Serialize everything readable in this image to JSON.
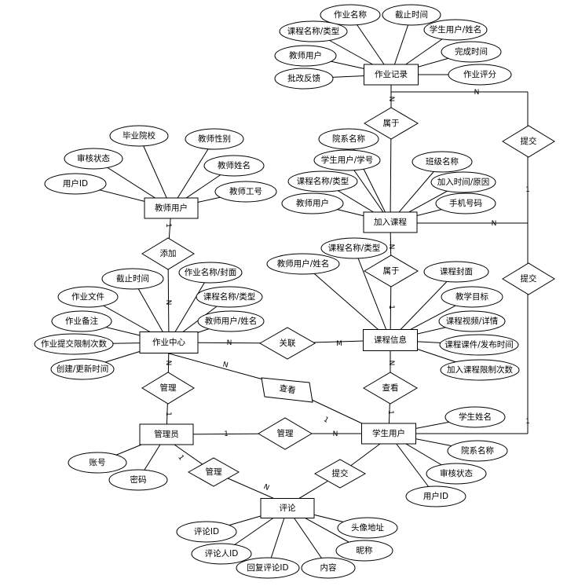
{
  "entities": {
    "homework_record": "作业记录",
    "teacher_user": "教师用户",
    "join_course": "加入课程",
    "homework_center": "作业中心",
    "course_info": "课程信息",
    "admin": "管理员",
    "student_user": "学生用户",
    "comment": "评论"
  },
  "relationships": {
    "belongs_record": "属于",
    "submit_record": "提交",
    "add": "添加",
    "belongs_course": "属于",
    "submit_join": "提交",
    "associate": "关联",
    "manage_homework": "管理",
    "view_homework": "查看",
    "view_course": "查看",
    "manage_student": "管理",
    "manage_comment": "管理",
    "submit_comment": "提交"
  },
  "attributes": {
    "homework_record": [
      "作业名称",
      "截止时间",
      "课程名称/类型",
      "学生用户/姓名",
      "教师用户",
      "完成时间",
      "批改反馈",
      "作业评分"
    ],
    "teacher_user": [
      "毕业院校",
      "教师性别",
      "审核状态",
      "教师姓名",
      "用户ID",
      "教师工号"
    ],
    "join_course": [
      "院系名称",
      "学生用户/学号",
      "班级名称",
      "课程名称/类型",
      "加入时间/原因",
      "教师用户",
      "手机号码"
    ],
    "course_info": [
      "课程名称/类型",
      "教师用户/姓名",
      "课程封面",
      "教学目标",
      "课程视频/详情",
      "课程课件/发布时间",
      "加入课程限制次数"
    ],
    "homework_center": [
      "截止时间",
      "作业名称/封面",
      "作业文件",
      "课程名称/类型",
      "作业备注",
      "教师用户/姓名",
      "作业提交限制次数",
      "创建/更新时间"
    ],
    "student_user": [
      "学生姓名",
      "院系名称",
      "审核状态",
      "用户ID"
    ],
    "admin": [
      "账号",
      "密码"
    ],
    "comment": [
      "评论ID",
      "头像地址",
      "评论人ID",
      "昵称",
      "回复评论ID",
      "内容"
    ]
  },
  "cardinality": [
    "N",
    "N",
    "1",
    "N",
    "N",
    "1",
    "N",
    "1",
    "1",
    "N",
    "N",
    "M",
    "N",
    "1",
    "N",
    "1",
    "1",
    "N",
    "1",
    "1",
    "N"
  ]
}
